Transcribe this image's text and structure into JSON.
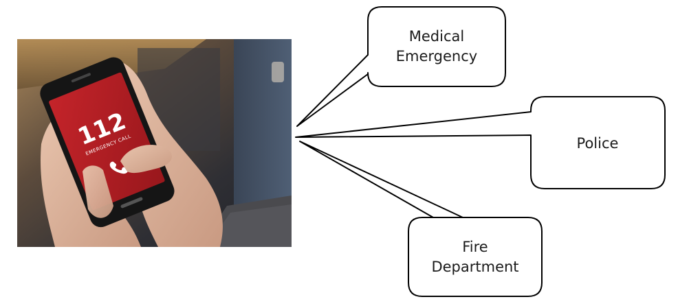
{
  "photo": {
    "screen_number": "112",
    "screen_caption": "EMERGENCY CALL",
    "icon": "phone-handset-icon"
  },
  "callouts": [
    {
      "id": "medical",
      "lines": [
        "Medical",
        "Emergency"
      ]
    },
    {
      "id": "police",
      "lines": [
        "Police"
      ]
    },
    {
      "id": "fire",
      "lines": [
        "Fire",
        "Department"
      ]
    }
  ],
  "colors": {
    "screen_red": "#b01d22",
    "outline": "#000000"
  }
}
